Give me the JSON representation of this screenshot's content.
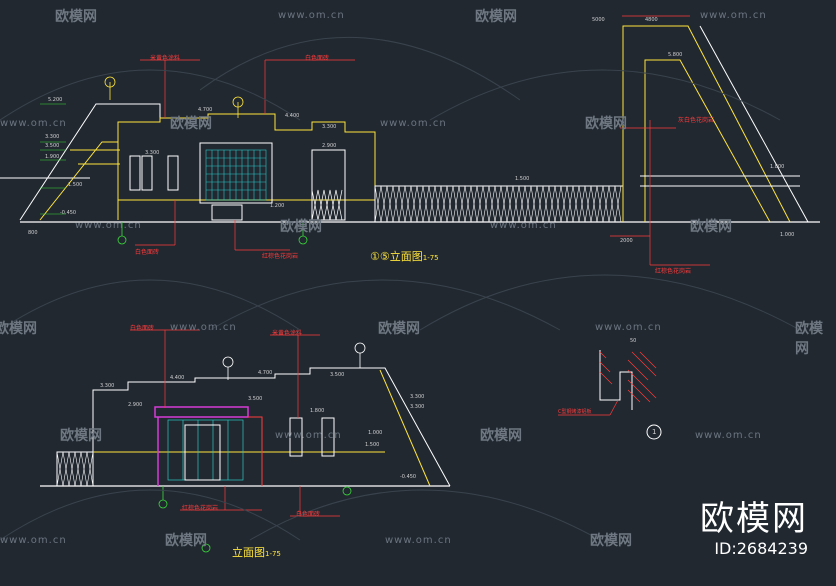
{
  "watermark": {
    "url": "www.om.cn",
    "logo": "欧模网"
  },
  "brand": {
    "name": "欧模网",
    "id": "ID:2684239"
  },
  "elevation_top": {
    "title": "立面图",
    "scale": "1-75",
    "axis_start": "①",
    "axis_end": "⑤",
    "notes": [
      "米黄色涂料",
      "白色面砖",
      "白色面砖",
      "红棕色花岗岩",
      "灰白色花岗岩",
      "红棕色花岗岩"
    ],
    "levels": [
      "5.200",
      "3.300",
      "3.500",
      "1.900",
      "1.500",
      "-0.450",
      "4.700",
      "4.400",
      "3.300",
      "2.900",
      "3.300",
      "5.800",
      "1.800",
      "1.500",
      "1.200",
      "1.000"
    ],
    "dims": [
      "800",
      "2000",
      "4800",
      "5000"
    ]
  },
  "elevation_bottom": {
    "title": "立面图",
    "scale": "1-75",
    "notes": [
      "白色面砖",
      "米黄色涂料",
      "红棕色花岗岩",
      "白色面砖"
    ],
    "levels": [
      "4.400",
      "4.700",
      "3.300",
      "3.500",
      "2.900",
      "1.800",
      "1.500",
      "-0.450",
      "3.300",
      "3.300",
      "3.500",
      "1.000"
    ]
  },
  "detail": {
    "marker": "1",
    "dim": "50",
    "note": "C型钢烤漆铝板"
  },
  "colors": {
    "background": "#212830",
    "outline": "#ffffff",
    "accent_yellow": "#ffe53b",
    "accent_red": "#ff3b3b",
    "glass_cyan": "#2bc6c6",
    "frame_magenta": "#d83ad8",
    "axis_green": "#3bdb3b"
  }
}
